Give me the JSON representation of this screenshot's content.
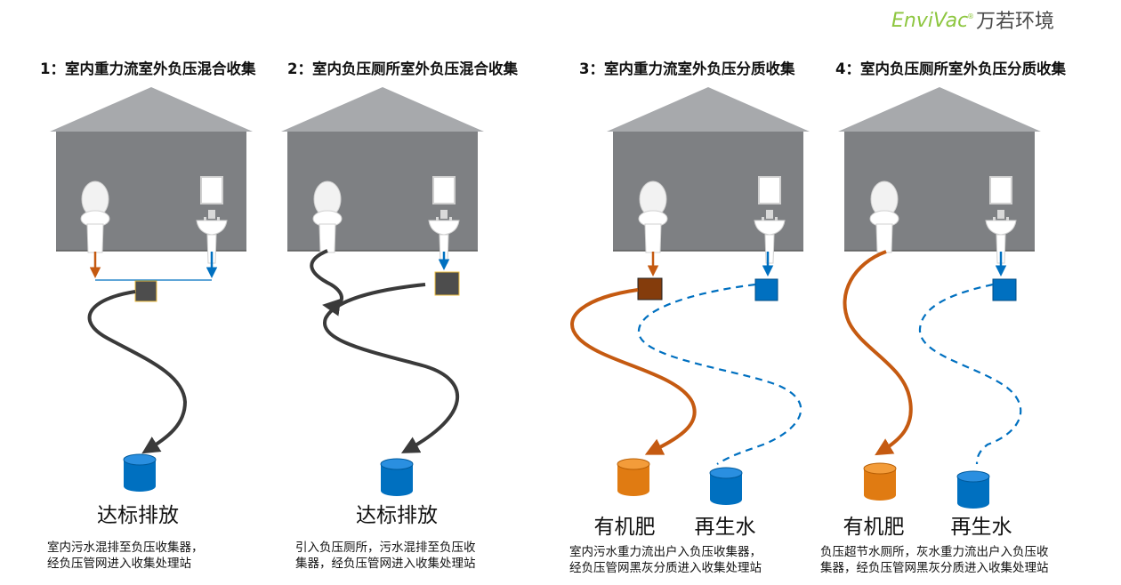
{
  "logo": {
    "brand_en": "EnviVac",
    "registered": "®",
    "brand_cn": "万若环境"
  },
  "colors": {
    "house": "#7e8083",
    "roof": "#a7a9ac",
    "blackwater": "#c55a11",
    "greywater": "#0070c0",
    "mixed": "#3a3a3a",
    "box_dark": "#4d4d4d",
    "box_brown": "#843c0c",
    "tank_blue": "#0070c0",
    "tank_orange": "#e07b12"
  },
  "scenarios": [
    {
      "title": "1：室内重力流室外负压混合收集",
      "outcomes": [
        "达标排放"
      ],
      "description": [
        "室内污水混排至负压收集器，",
        "经负压管网进入收集处理站"
      ]
    },
    {
      "title": "2：室内负压厕所室外负压混合收集",
      "outcomes": [
        "达标排放"
      ],
      "description": [
        "引入负压厕所，污水混排至负压收",
        "集器，经负压管网进入收集处理站"
      ]
    },
    {
      "title": "3：室内重力流室外负压分质收集",
      "outcomes": [
        "有机肥",
        "再生水"
      ],
      "description": [
        "室内污水重力流出户入负压收集器，",
        "经负压管网黑灰分质进入收集处理站"
      ]
    },
    {
      "title": "4：室内负压厕所室外负压分质收集",
      "outcomes": [
        "有机肥",
        "再生水"
      ],
      "description": [
        "负压超节水厕所，灰水重力流出户入负压收",
        "集器，经负压管网黑灰分质进入收集处理站"
      ]
    }
  ],
  "icons": [
    "house-icon",
    "toilet-icon",
    "sink-icon",
    "mirror-icon",
    "tank-icon",
    "collector-box-icon"
  ]
}
